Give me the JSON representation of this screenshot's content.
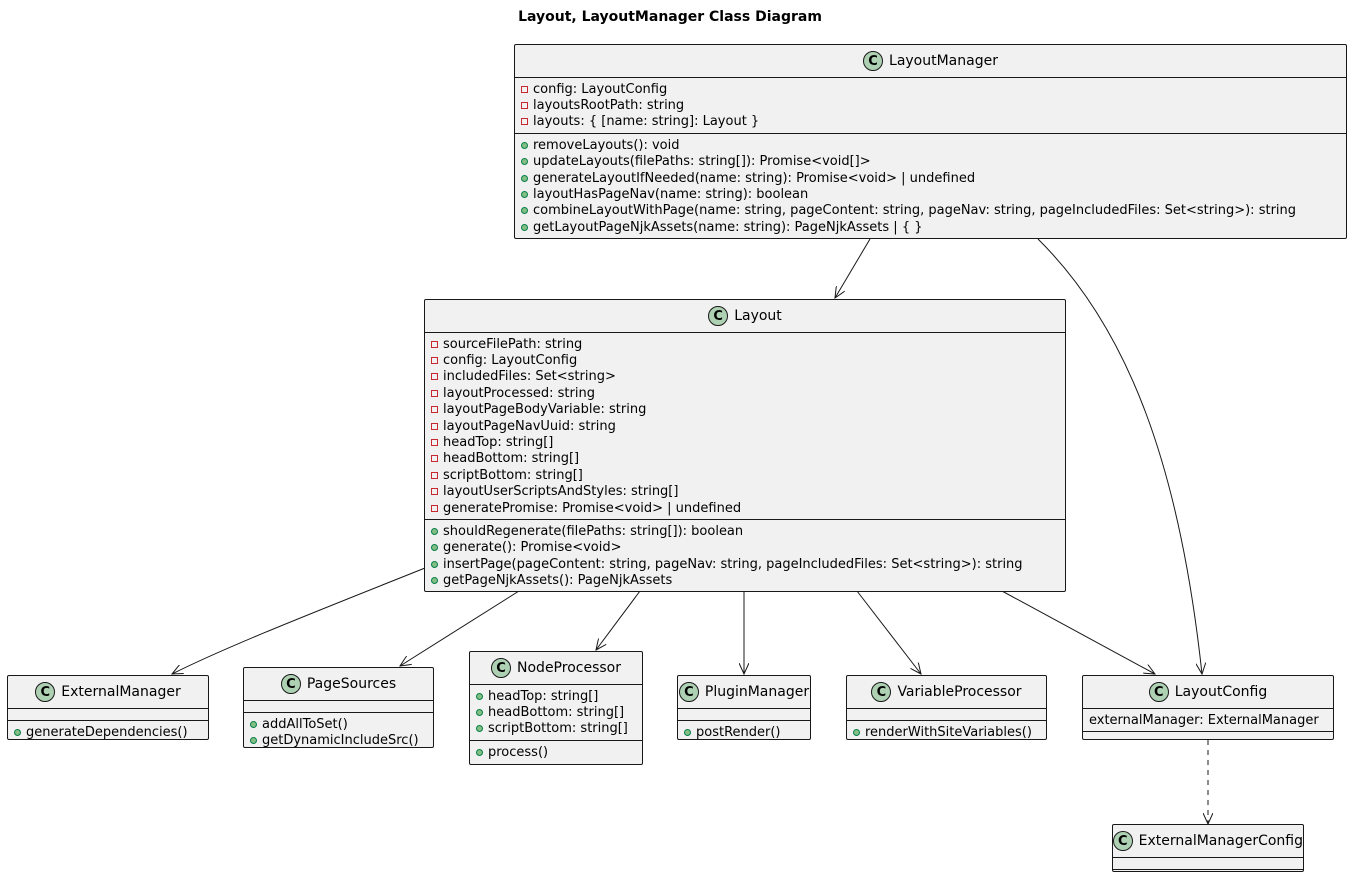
{
  "title": "Layout, LayoutManager Class Diagram",
  "class_badge": "C",
  "colors": {
    "badge": "#add1b2",
    "private": "#c82930",
    "public": "#84be84",
    "box": "#f1f1f1",
    "line": "#181818"
  },
  "classes": {
    "layout_manager": {
      "name": "LayoutManager",
      "fields": [
        {
          "vis": "private",
          "text": "config: LayoutConfig"
        },
        {
          "vis": "private",
          "text": "layoutsRootPath: string"
        },
        {
          "vis": "private",
          "text": "layouts: { [name: string]: Layout }"
        }
      ],
      "methods": [
        {
          "vis": "public",
          "text": "removeLayouts(): void"
        },
        {
          "vis": "public",
          "text": "updateLayouts(filePaths: string[]): Promise<void[]>"
        },
        {
          "vis": "public",
          "text": "generateLayoutIfNeeded(name: string): Promise<void> | undefined"
        },
        {
          "vis": "public",
          "text": "layoutHasPageNav(name: string): boolean"
        },
        {
          "vis": "public",
          "text": "combineLayoutWithPage(name: string, pageContent: string, pageNav: string, pageIncludedFiles: Set<string>): string"
        },
        {
          "vis": "public",
          "text": "getLayoutPageNjkAssets(name: string): PageNjkAssets | { }"
        }
      ]
    },
    "layout": {
      "name": "Layout",
      "fields": [
        {
          "vis": "private",
          "text": "sourceFilePath: string"
        },
        {
          "vis": "private",
          "text": "config: LayoutConfig"
        },
        {
          "vis": "private",
          "text": "includedFiles: Set<string>"
        },
        {
          "vis": "private",
          "text": "layoutProcessed: string"
        },
        {
          "vis": "private",
          "text": "layoutPageBodyVariable: string"
        },
        {
          "vis": "private",
          "text": "layoutPageNavUuid: string"
        },
        {
          "vis": "private",
          "text": "headTop: string[]"
        },
        {
          "vis": "private",
          "text": "headBottom: string[]"
        },
        {
          "vis": "private",
          "text": "scriptBottom: string[]"
        },
        {
          "vis": "private",
          "text": "layoutUserScriptsAndStyles: string[]"
        },
        {
          "vis": "private",
          "text": "generatePromise: Promise<void> | undefined"
        }
      ],
      "methods": [
        {
          "vis": "public",
          "text": "shouldRegenerate(filePaths: string[]): boolean"
        },
        {
          "vis": "public",
          "text": "generate(): Promise<void>"
        },
        {
          "vis": "public",
          "text": "insertPage(pageContent: string, pageNav: string, pageIncludedFiles: Set<string>): string"
        },
        {
          "vis": "public",
          "text": "getPageNjkAssets(): PageNjkAssets"
        }
      ]
    },
    "external_manager": {
      "name": "ExternalManager",
      "fields": [],
      "methods": [
        {
          "vis": "public",
          "text": "generateDependencies()"
        }
      ]
    },
    "page_sources": {
      "name": "PageSources",
      "fields": [],
      "methods": [
        {
          "vis": "public",
          "text": "addAllToSet()"
        },
        {
          "vis": "public",
          "text": "getDynamicIncludeSrc()"
        }
      ]
    },
    "node_processor": {
      "name": "NodeProcessor",
      "fields": [
        {
          "vis": "public",
          "text": "headTop: string[]"
        },
        {
          "vis": "public",
          "text": "headBottom: string[]"
        },
        {
          "vis": "public",
          "text": "scriptBottom: string[]"
        }
      ],
      "methods": [
        {
          "vis": "public",
          "text": "process()"
        }
      ]
    },
    "plugin_manager": {
      "name": "PluginManager",
      "fields": [],
      "methods": [
        {
          "vis": "public",
          "text": "postRender()"
        }
      ]
    },
    "variable_processor": {
      "name": "VariableProcessor",
      "fields": [],
      "methods": [
        {
          "vis": "public",
          "text": "renderWithSiteVariables()"
        }
      ]
    },
    "layout_config": {
      "name": "LayoutConfig",
      "fields": [
        {
          "vis": "none",
          "text": "externalManager: ExternalManager"
        }
      ],
      "methods": []
    },
    "external_manager_config": {
      "name": "ExternalManagerConfig",
      "fields": [],
      "methods": []
    }
  }
}
